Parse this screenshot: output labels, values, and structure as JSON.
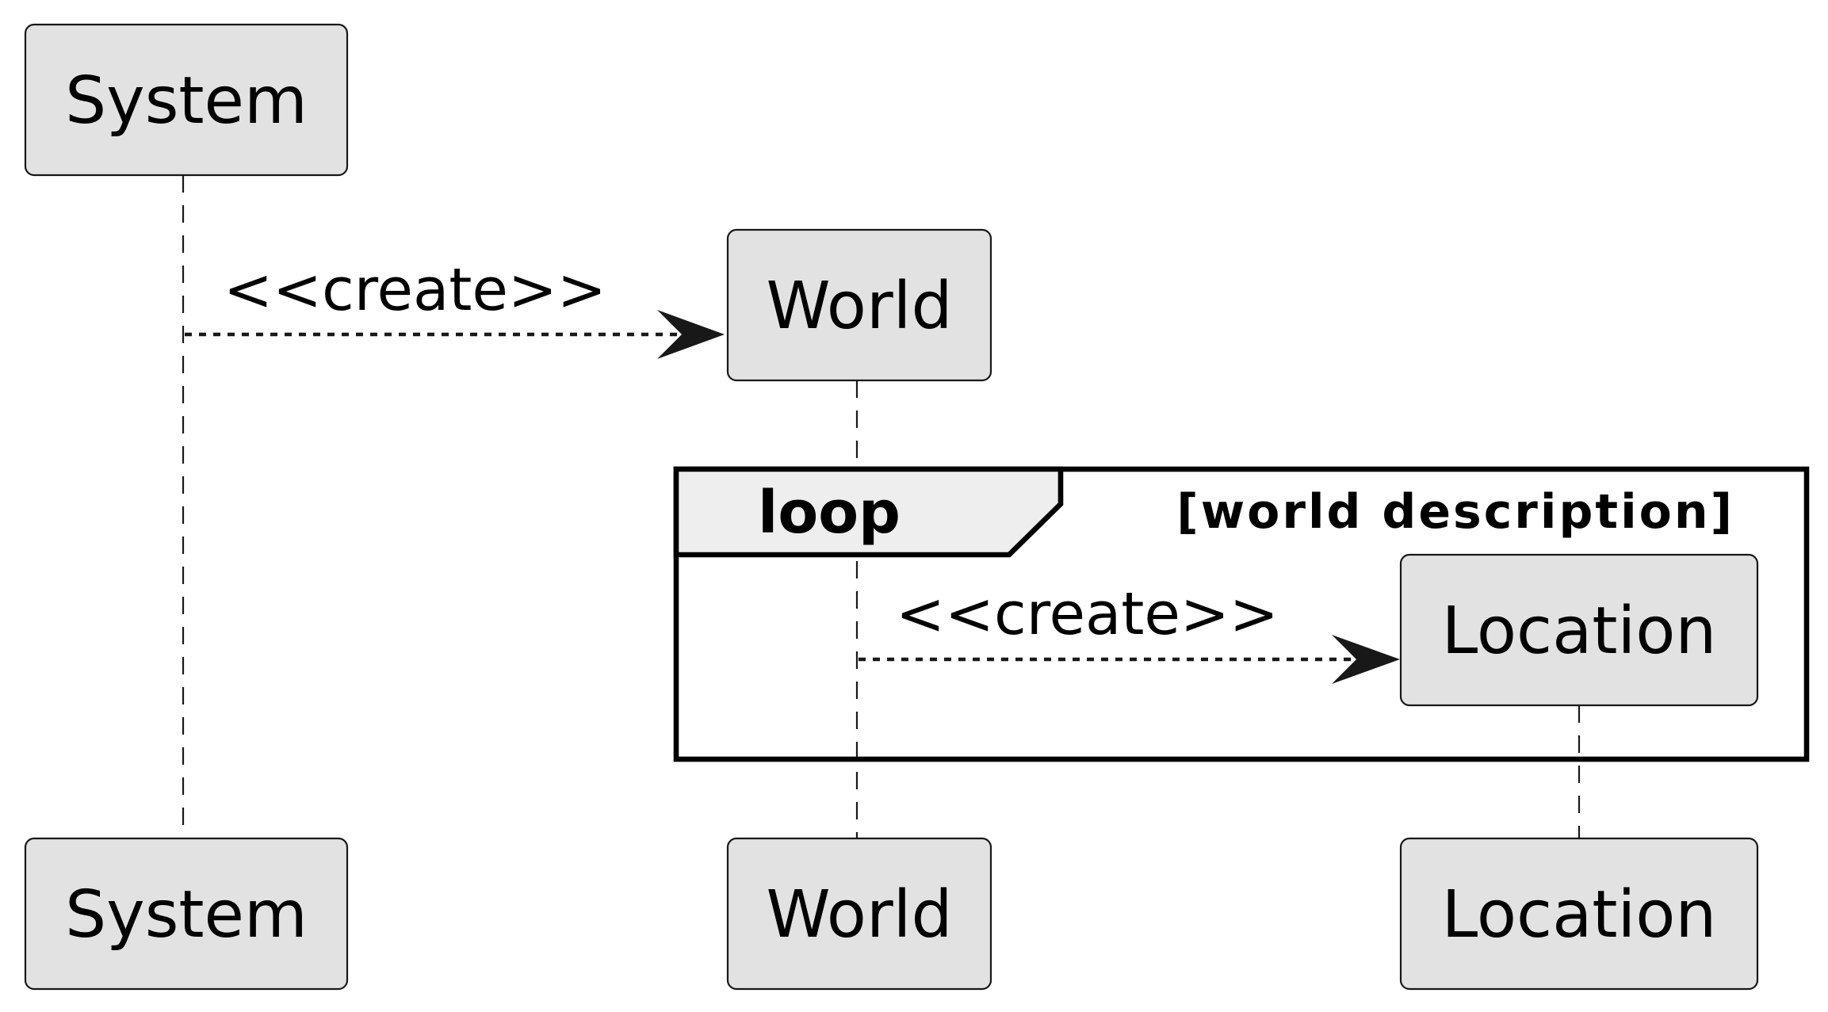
{
  "participants": {
    "system": {
      "label": "System"
    },
    "world": {
      "label": "World"
    },
    "location": {
      "label": "Location"
    }
  },
  "messages": [
    {
      "from": "System",
      "to": "World",
      "label": "<<create>>",
      "style": "dashed"
    },
    {
      "from": "World",
      "to": "Location",
      "label": "<<create>>",
      "style": "dashed"
    }
  ],
  "fragment": {
    "keyword": "loop",
    "guard": "[world description]"
  },
  "colors": {
    "participant_fill": "#e2e2e2",
    "line": "#181818",
    "fragment_tab_fill": "#eeeeee",
    "text": "#000000",
    "background": "#ffffff"
  }
}
